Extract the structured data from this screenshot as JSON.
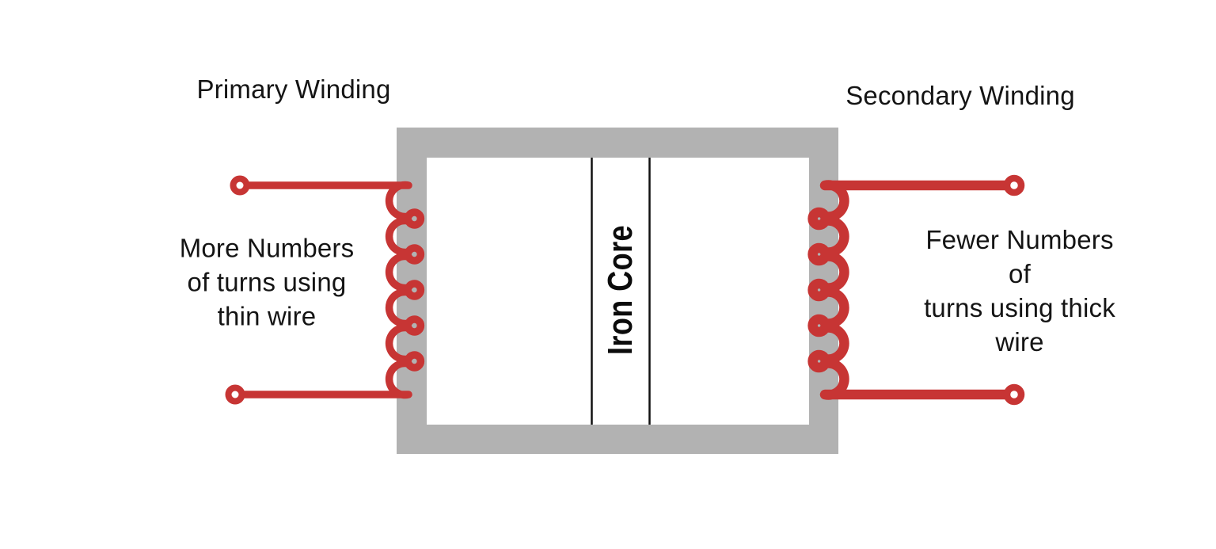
{
  "diagram": {
    "primary_title": "Primary Winding",
    "secondary_title": "Secondary Winding",
    "primary_note": "More Numbers\nof turns using\nthin wire",
    "secondary_note": "Fewer Numbers of\nturns using thick wire",
    "core_label": "Iron Core",
    "primary_turns_shown": 6,
    "secondary_turns_shown": 6
  },
  "colors": {
    "winding_red": "#C73534",
    "core_gray": "#B2B2B2",
    "text_black": "#141414",
    "background": "#FFFFFF"
  }
}
